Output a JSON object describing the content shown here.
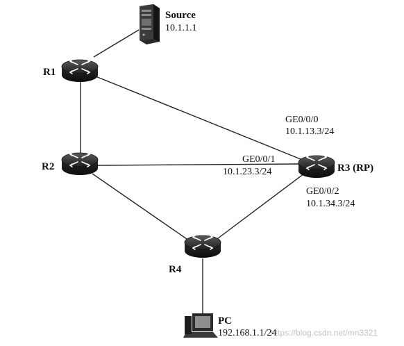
{
  "source": {
    "label": "Source",
    "ip": "10.1.1.1"
  },
  "routers": {
    "r1": {
      "label": "R1"
    },
    "r2": {
      "label": "R2"
    },
    "r3": {
      "label": "R3 (RP)"
    },
    "r4": {
      "label": "R4"
    }
  },
  "pc": {
    "label": "PC",
    "ip": "192.168.1.1/24"
  },
  "interfaces": {
    "r3_ge000": {
      "name": "GE0/0/0",
      "ip": "10.1.13.3/24"
    },
    "r3_ge001": {
      "name": "GE0/0/1",
      "ip": "10.1.23.3/24"
    },
    "r3_ge002": {
      "name": "GE0/0/2",
      "ip": "10.1.34.3/24"
    }
  },
  "watermark": "https://blog.csdn.net/mn3321",
  "icons": {
    "router": "router-icon",
    "server": "server-icon",
    "pc": "pc-icon"
  }
}
